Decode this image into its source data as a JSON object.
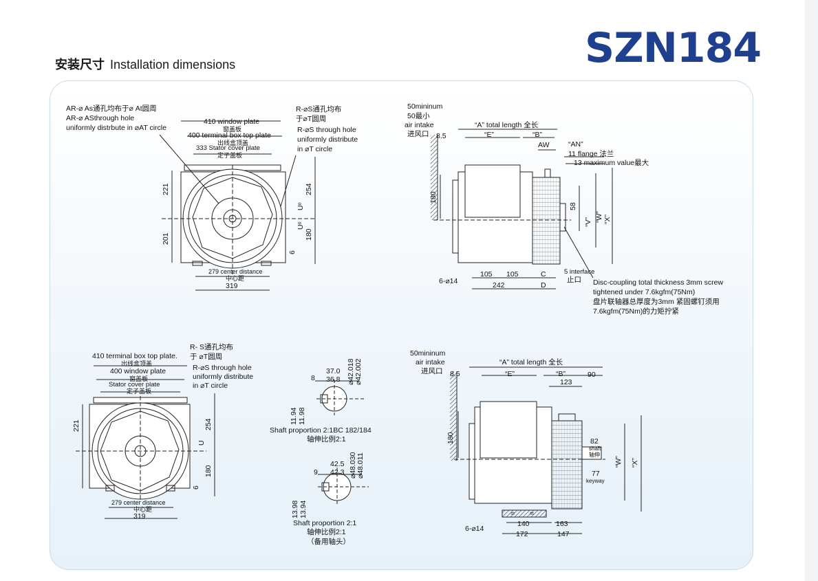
{
  "model": "SZN184",
  "heading": {
    "cn": "安装尺寸",
    "en": "Installation dimensions"
  },
  "front_view_top": {
    "ar_note": [
      "AR-⌀ As通孔均布于⌀ At圆周",
      "AR-⌀ ASthrough hole",
      "uniformly distrbute in ⌀AT circle"
    ],
    "r_note": [
      "R-⌀S通孔均布",
      "于⌀T圆周",
      "R-⌀S through hole",
      "uniformly distribute",
      "in ⌀T circle"
    ],
    "plates": [
      "410 window plate",
      "窗盖板",
      "400 terminal box top plate",
      "出线盒顶盖",
      "333 Stator cover plate",
      "定子盖板"
    ],
    "dims": [
      "221",
      "201",
      "254",
      "180",
      "6",
      "Uᵒ",
      "Uᵒ"
    ],
    "base": [
      "279 center distance",
      "中心距",
      "319"
    ]
  },
  "side_view_top": {
    "min": [
      "50mininum",
      "50最小",
      "air intake",
      "进风口"
    ],
    "total": "“A” total length 全长",
    "e": "“E”",
    "b": "“B”",
    "an": "“AN”",
    "aw": "AW",
    "d85": "8.5",
    "flange": "11 flange 法兰",
    "maxval": "13 maximum value最大",
    "dims": [
      "180",
      "58",
      "“V”",
      "“W”",
      "“X”",
      "105",
      "105",
      "242",
      "C",
      "D",
      "6-⌀14"
    ],
    "interface": [
      "5 interface",
      "止口"
    ],
    "coupling": [
      "Disc-coupling total thickness 3mm screw",
      "tightened under 7.6kgfm(75Nm)",
      "盘片联轴器总厚度为3mm 紧固螺钉须用",
      "7.6kgfm(75Nm)的力矩拧紧"
    ]
  },
  "front_view_bottom": {
    "plates": [
      "410 terminal box top plate.",
      "出线盒顶盖",
      "400 window plate",
      "窗盖板",
      "Stator cover plate",
      "定子盖板"
    ],
    "r_note": [
      "R-   S通孔均布",
      "于 ⌀T圆周",
      "R-⌀S through hole",
      "uniformly distribute",
      "in ⌀T circle"
    ],
    "dims": [
      "221",
      "254",
      "180",
      "6",
      "U"
    ],
    "base": [
      "279 center distance",
      "中心距",
      "319"
    ]
  },
  "shaft_1": {
    "dims": [
      "37.0",
      "36.8",
      "8",
      "⌀42.018",
      "⌀42.002",
      "11.94",
      "11.98"
    ],
    "caption": [
      "Shaft proportion 2:1BC 182/184",
      "轴伸比例2:1"
    ]
  },
  "shaft_2": {
    "dims": [
      "42.5",
      "42.3",
      "9",
      "⌀48.030",
      "⌀48.011",
      "13.98",
      "13.94"
    ],
    "caption": [
      "Shaft proportion 2:1",
      "轴伸比例2:1",
      "（备用轴头）"
    ]
  },
  "side_view_bottom": {
    "min": [
      "50mininum",
      "air intake",
      "进风口"
    ],
    "total": "“A” total length 全长",
    "e": "“E”",
    "b": "“B”",
    "d85": "8.5",
    "d90": "90",
    "d123": "123",
    "dims": [
      "180",
      "“W”",
      "“X”",
      "140",
      "172",
      "163",
      "147",
      "6-⌀14",
      "=",
      "="
    ],
    "shaft": [
      "82",
      "shaft",
      "轴伸"
    ],
    "keyway": [
      "77",
      "keyway"
    ]
  }
}
